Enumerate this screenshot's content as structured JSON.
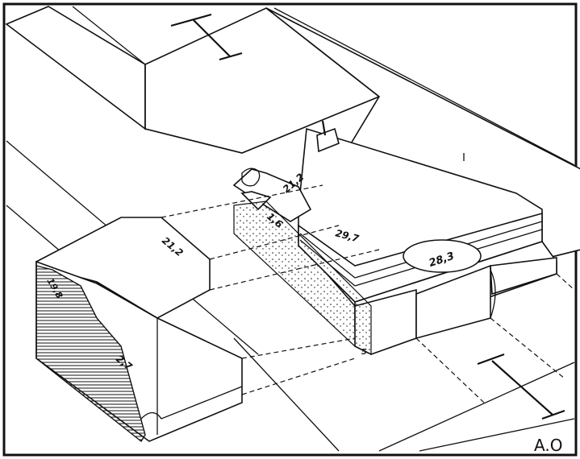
{
  "dimensions": {
    "d1": "21,2",
    "d2": "21,2",
    "d3": "1,6",
    "d4": "29,7",
    "d5": "28,3",
    "d6": "19,8",
    "d7": "2,7",
    "d8": "5"
  },
  "signature": "A.O"
}
